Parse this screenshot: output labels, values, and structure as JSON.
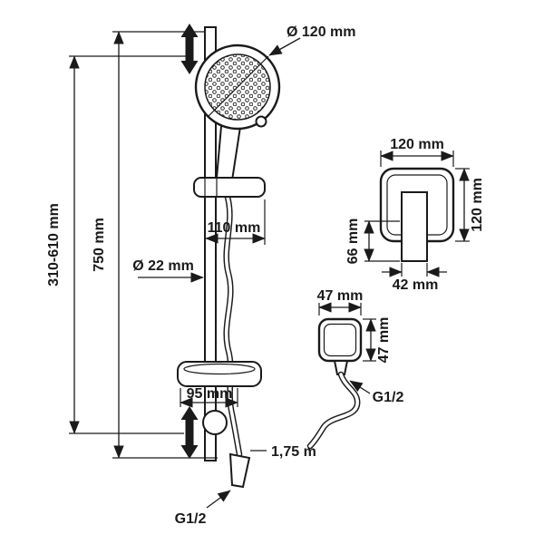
{
  "drawing": {
    "background": "#ffffff",
    "line_color": "#1a1a1a",
    "labels": {
      "head_diameter": "Ø 120 mm",
      "adjust_range": "310-610 mm",
      "bar_length": "750 mm",
      "holder_offset": "110 mm",
      "bar_diameter": "Ø 22 mm",
      "soap_dish_width": "95 mm",
      "hose_length": "1,75 m",
      "hose_connection": "G1/2",
      "bracket_width": "120 mm",
      "bracket_height": "120 mm",
      "bracket_clamp_height": "66 mm",
      "bracket_clamp_width": "42 mm",
      "elbow_width": "47 mm",
      "elbow_height": "47 mm",
      "elbow_connection": "G1/2"
    }
  }
}
